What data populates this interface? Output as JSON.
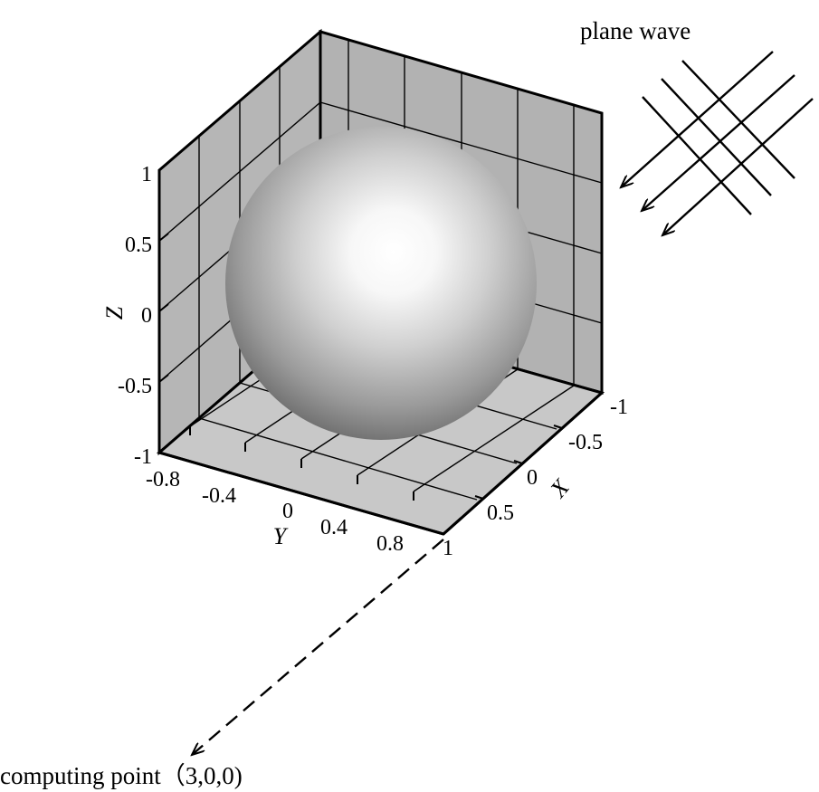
{
  "diagram": {
    "wave_label": "plane wave",
    "point_label": "computing point（3,0,0)",
    "axes": {
      "z": {
        "title": "Z",
        "ticks": [
          "1",
          "0.5",
          "0",
          "-0.5",
          "-1"
        ]
      },
      "y": {
        "title": "Y",
        "ticks": [
          "-0.8",
          "-0.4",
          "0",
          "0.4",
          "0.8"
        ]
      },
      "x": {
        "title": "X",
        "ticks": [
          "-1",
          "-0.5",
          "0",
          "0.5",
          "1"
        ]
      }
    },
    "object": "sphere",
    "colors": {
      "wall": "#b4b4b4",
      "floor": "#c6c6c6",
      "grid": "#000000",
      "sphere_highlight": "#ffffff",
      "sphere_shadow": "#5a5a5a"
    }
  }
}
